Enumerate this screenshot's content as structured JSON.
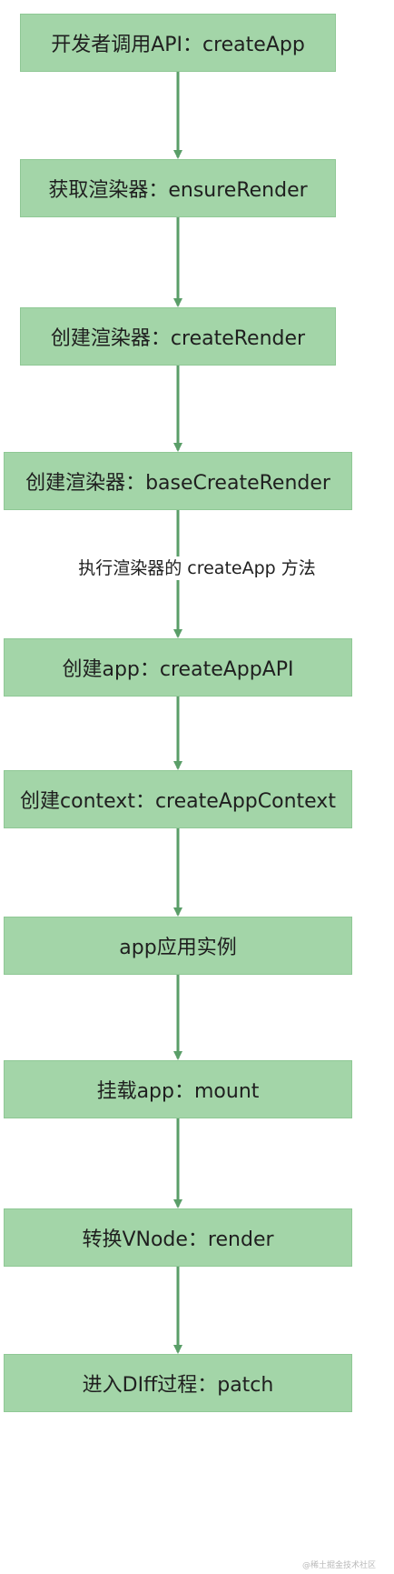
{
  "diagram": {
    "nodes": [
      {
        "id": "n1",
        "label": "开发者调用API：createApp"
      },
      {
        "id": "n2",
        "label": "获取渲染器：ensureRender"
      },
      {
        "id": "n3",
        "label": "创建渲染器：createRender"
      },
      {
        "id": "n4",
        "label": "创建渲染器：baseCreateRender"
      },
      {
        "id": "n5",
        "label": "创建app：createAppAPI"
      },
      {
        "id": "n6",
        "label": "创建context：createAppContext"
      },
      {
        "id": "n7",
        "label": "app应用实例"
      },
      {
        "id": "n8",
        "label": "挂载app：mount"
      },
      {
        "id": "n9",
        "label": "转换VNode：render"
      },
      {
        "id": "n10",
        "label": "进入DIff过程：patch"
      }
    ],
    "edges": [
      {
        "from": "n1",
        "to": "n2"
      },
      {
        "from": "n2",
        "to": "n3"
      },
      {
        "from": "n3",
        "to": "n4"
      },
      {
        "from": "n4",
        "to": "n5",
        "label": "执行渲染器的 createApp 方法"
      },
      {
        "from": "n5",
        "to": "n6"
      },
      {
        "from": "n6",
        "to": "n7"
      },
      {
        "from": "n7",
        "to": "n8"
      },
      {
        "from": "n8",
        "to": "n9"
      },
      {
        "from": "n9",
        "to": "n10"
      }
    ],
    "colors": {
      "node_fill": "#a3d5a8",
      "node_border": "#8fc895",
      "arrow": "#5a9e68"
    }
  },
  "watermark": "@稀土掘金技术社区"
}
